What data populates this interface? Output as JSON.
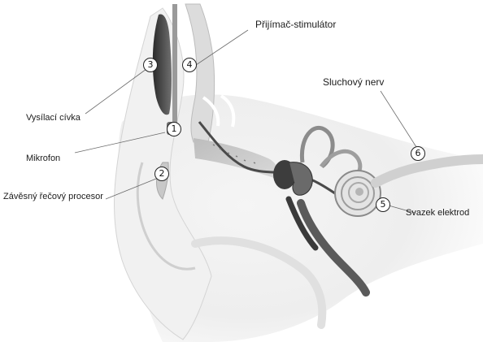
{
  "labels": {
    "prijimac": "Přijímač-stimulátor",
    "vysilaci": "Vysílací cívka",
    "mikrofon": "Mikrofon",
    "procesor": "Závěsný řečový procesor",
    "nerv": "Sluchový nerv",
    "svazek": "Svazek elektrod"
  },
  "numbers": {
    "n1": "1",
    "n2": "2",
    "n3": "3",
    "n4": "4",
    "n5": "5",
    "n6": "6"
  }
}
